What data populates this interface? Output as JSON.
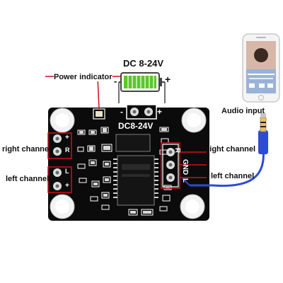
{
  "power": {
    "supply_label": "DC 8-24V",
    "minus_sign": "-",
    "plus_sign": "+",
    "indicator_label": "Power indicator"
  },
  "board": {
    "silk_voltage": "DC8-24V",
    "silk_minus": "-",
    "silk_plus": "+",
    "silk_r": "R",
    "silk_gnd": "GND",
    "silk_l": "L",
    "left_top_plus": "+",
    "left_top_r": "R",
    "left_bottom_l": "L",
    "left_bottom_plus": "+"
  },
  "labels": {
    "audio_input": "Audio input",
    "right_channel_left": "right channel",
    "left_channel_left": "left channel",
    "right_channel_right": "right channel",
    "left_channel_right": "left channel"
  },
  "colors": {
    "pcb": "#0b0b0b",
    "callout": "#d0101a",
    "cable": "#2c4bd6",
    "battery": "#5cc62a"
  }
}
